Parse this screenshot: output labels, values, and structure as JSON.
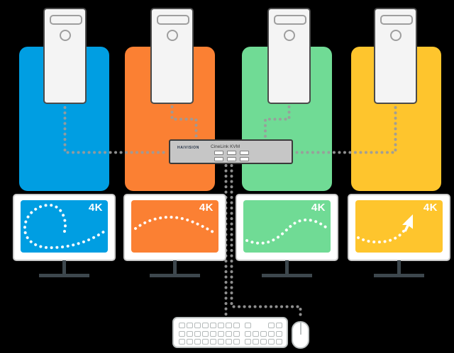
{
  "background_color": "#000000",
  "kvm": {
    "brand": "HAIVISION",
    "model": "CineLink KVM",
    "button_rows": 2,
    "buttons_per_row": 3
  },
  "stations": [
    {
      "id": "source-1",
      "color": "#009EE2",
      "monitor_label": "4K",
      "screen_pattern": "dotted-loop"
    },
    {
      "id": "source-2",
      "color": "#FB8033",
      "monitor_label": "4K",
      "screen_pattern": "dotted-arc"
    },
    {
      "id": "source-3",
      "color": "#70DB95",
      "monitor_label": "4K",
      "screen_pattern": "dotted-wave"
    },
    {
      "id": "source-4",
      "color": "#FEC52D",
      "monitor_label": "4K",
      "screen_pattern": "dotted-rise-with-cursor"
    }
  ],
  "connector_color": "#9b9b9b",
  "peripherals": {
    "keyboard": "keyboard",
    "mouse": "mouse"
  }
}
